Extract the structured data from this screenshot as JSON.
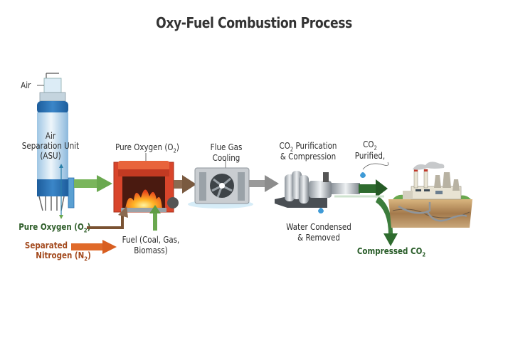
{
  "title": "Oxy-Fuel Combustion Process",
  "labels": {
    "air": "Air",
    "asu_line1": "Air",
    "asu_line2": "Separation Unit",
    "asu_line3": "(ASU)",
    "pure_oxygen_top": "Pure Oxygen (O",
    "pure_oxygen_top_sub": "2",
    "pure_oxygen_top_end": ")",
    "flue_gas_line1": "Flue Gas",
    "flue_gas_line2": "Cooling",
    "purif_line1_a": "CO",
    "purif_line1_sub": "2",
    "purif_line1_b": " Purification",
    "purif_line2": "& Compression",
    "co2_purified_a": "CO",
    "co2_purified_sub": "2",
    "co2_purified_line2": "Purified,",
    "pure_oxygen_bottom": "Pure Oxygen (O",
    "pure_oxygen_bottom_sub": "2",
    "pure_oxygen_bottom_end": ")",
    "separated_line1": "Separated",
    "separated_line2": "Nitrogen",
    "separated_n2_a": "(N",
    "separated_n2_sub": "2",
    "separated_n2_b": ")",
    "fuel_line1": "Fuel (Coal, Gas,",
    "fuel_line2": "Biomass)",
    "water_line1": "Water Condensed",
    "water_line2": "& Removed",
    "compressed_a": "Compressed CO",
    "compressed_sub": "2"
  },
  "colors": {
    "title": "#333333",
    "oxygen_green": "#2f5e2a",
    "nitrogen_orange": "#a34a1e",
    "arrow_green": "#6aa84f",
    "arrow_brown": "#8b6a50",
    "arrow_grey": "#8c8c8c",
    "arrow_darkgreen": "#2e6b2e",
    "arrow_orange": "#e06a2a",
    "asu_blue": "#2a6fb0",
    "furnace_red": "#d9452b"
  }
}
